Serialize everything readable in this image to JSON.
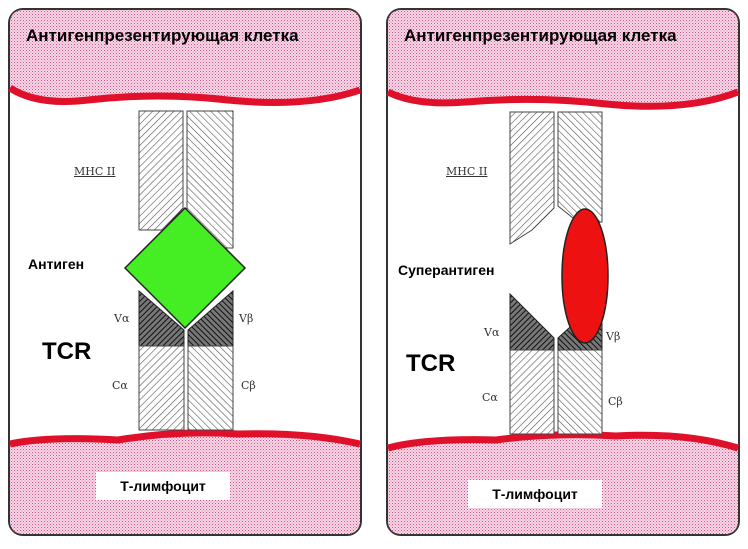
{
  "colors": {
    "membrane": "#e0102a",
    "cytoplasm": "#f4cce0",
    "antigen": "#44ee22",
    "superantigen": "#ee1111",
    "border": "#333333"
  },
  "panels": [
    {
      "title": "Антигенпрезентирующая клетка",
      "mhc_label": "MHC II",
      "ligand_label": "Антиген",
      "ligand_shape": "green-diamond",
      "tcr_label": "TCR",
      "v_alpha": "Vα",
      "v_beta": "Vβ",
      "c_alpha": "Cα",
      "c_beta": "Cβ",
      "bottom_label": "Т-лимфоцит"
    },
    {
      "title": "Антигенпрезентирующая клетка",
      "mhc_label": "MHC II",
      "ligand_label": "Суперантиген",
      "ligand_shape": "red-ellipse",
      "tcr_label": "TCR",
      "v_alpha": "Vα",
      "v_beta": "Vβ",
      "c_alpha": "Cα",
      "c_beta": "Cβ",
      "bottom_label": "Т-лимфоцит"
    }
  ]
}
